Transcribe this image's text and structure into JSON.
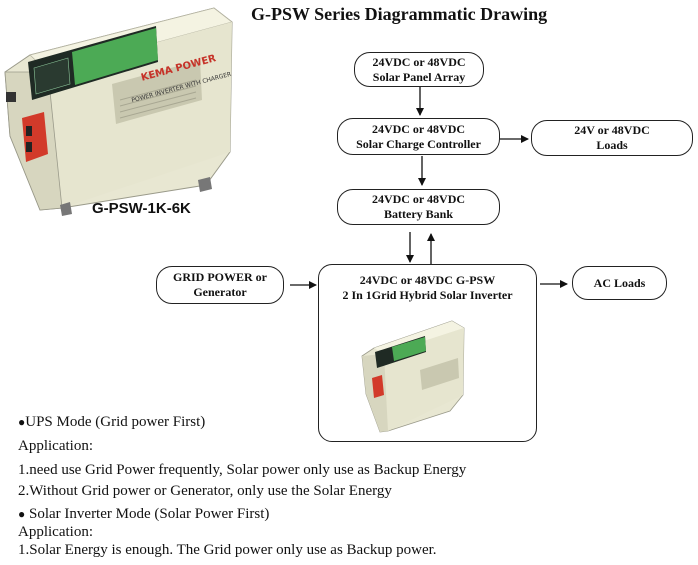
{
  "title": "G-PSW Series Diagrammatic Drawing",
  "model_label": "G-PSW-1K-6K",
  "device_panel": {
    "brand": "KEMA POWER",
    "subtitle": "POWER INVERTER WITH CHARGER"
  },
  "boxes": {
    "solar_panel": {
      "line1": "24VDC or 48VDC",
      "line2": "Solar Panel Array"
    },
    "charge_controller": {
      "line1": "24VDC or 48VDC",
      "line2": "Solar Charge Controller"
    },
    "dc_loads": {
      "line1": "24V or 48VDC",
      "line2": "Loads"
    },
    "battery": {
      "line1": "24VDC or 48VDC",
      "line2": "Battery Bank"
    },
    "grid": {
      "line1": "GRID POWER or",
      "line2": "Generator"
    },
    "inverter": {
      "line1": "24VDC or 48VDC G-PSW",
      "line2": "2 In 1Grid Hybrid Solar Inverter"
    },
    "ac_loads": {
      "line1": "AC Loads"
    }
  },
  "notes": {
    "bullet1": "UPS Mode (Grid power First)",
    "app_heading1": "Application:",
    "item1": "1.need use Grid Power frequently, Solar power only use as Backup Energy",
    "item2": "2.Without Grid power or Generator, only use the Solar Energy",
    "bullet2": " Solar Inverter Mode (Solar Power First)",
    "app_heading2": "Application:",
    "item3": "1.Solar Energy is enough. The Grid power only use as Backup power."
  },
  "colors": {
    "device_body": "#ecebd6",
    "device_panel_green": "#4caa55",
    "terminal_red": "#d23a2a"
  }
}
